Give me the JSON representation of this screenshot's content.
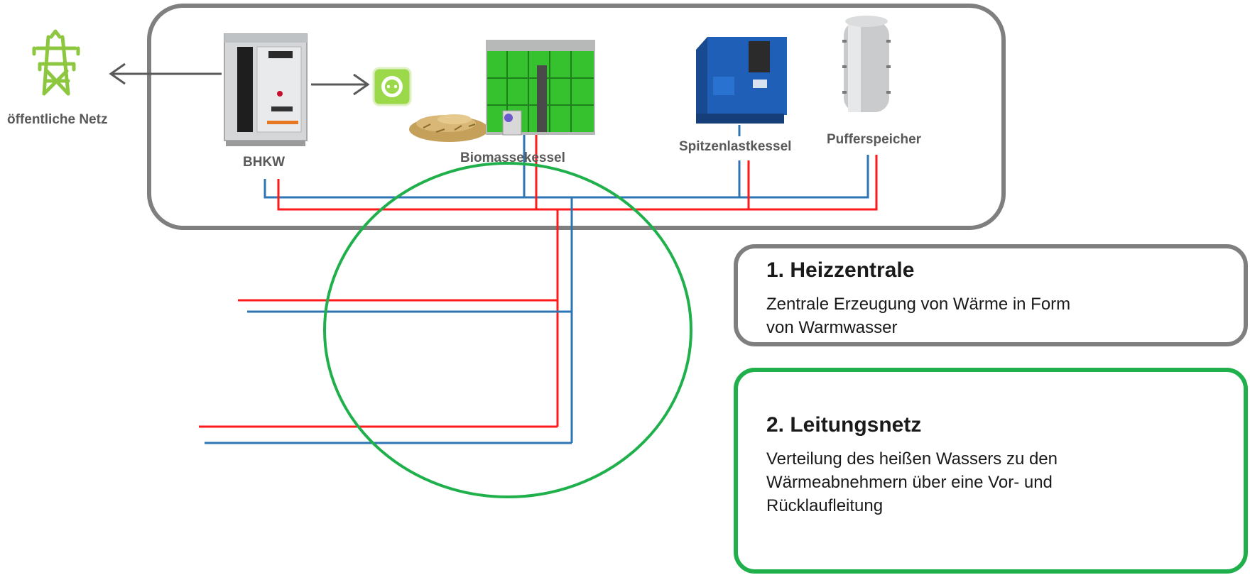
{
  "nodes": {
    "grid_label": "öffentliche Netz",
    "bhkw_label": "BHKW",
    "biomass_label": "Biomassekessel",
    "peak_label": "Spitzenlastkessel",
    "buffer_label": "Pufferspeicher"
  },
  "info": {
    "heating_center": {
      "title": "1. Heizzentrale",
      "text": "Zentrale Erzeugung von Wärme in Form von Warmwasser"
    },
    "pipe_network": {
      "title": "2. Leitungsnetz",
      "text": "Verteilung des heißen Wassers zu den Wärmeabnehmern über eine Vor- und Rücklaufleitung"
    }
  },
  "colors": {
    "supply_line": "#ff1a1a",
    "return_line": "#2e75b6",
    "frame_gray": "#7f7f7f",
    "highlight_green": "#1fb04c",
    "grid_icon": "#8dc63f"
  }
}
